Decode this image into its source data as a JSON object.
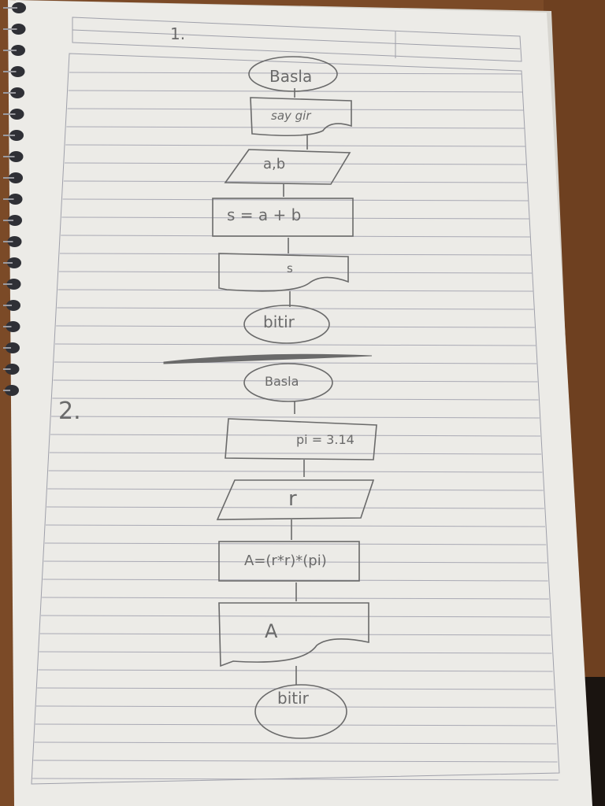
{
  "notebook": {
    "problem_numbers": [
      "1.",
      "2."
    ]
  },
  "flowchart_1": {
    "start": "Basla",
    "input_prompt": "say gir",
    "input_vars": "a,b",
    "process": "s = a + b",
    "output": "s",
    "end": "bitir"
  },
  "flowchart_2": {
    "start": "Basla",
    "constant": "pi = 3.14",
    "input_var": "r",
    "process": "A=(r*r)*(pi)",
    "output": "A",
    "end": "bitir"
  },
  "colors": {
    "paper": "#ecebe7",
    "pencil": "#6a6a6a",
    "rule_line": "#a9a9b4",
    "wood": "#7a4a28"
  }
}
